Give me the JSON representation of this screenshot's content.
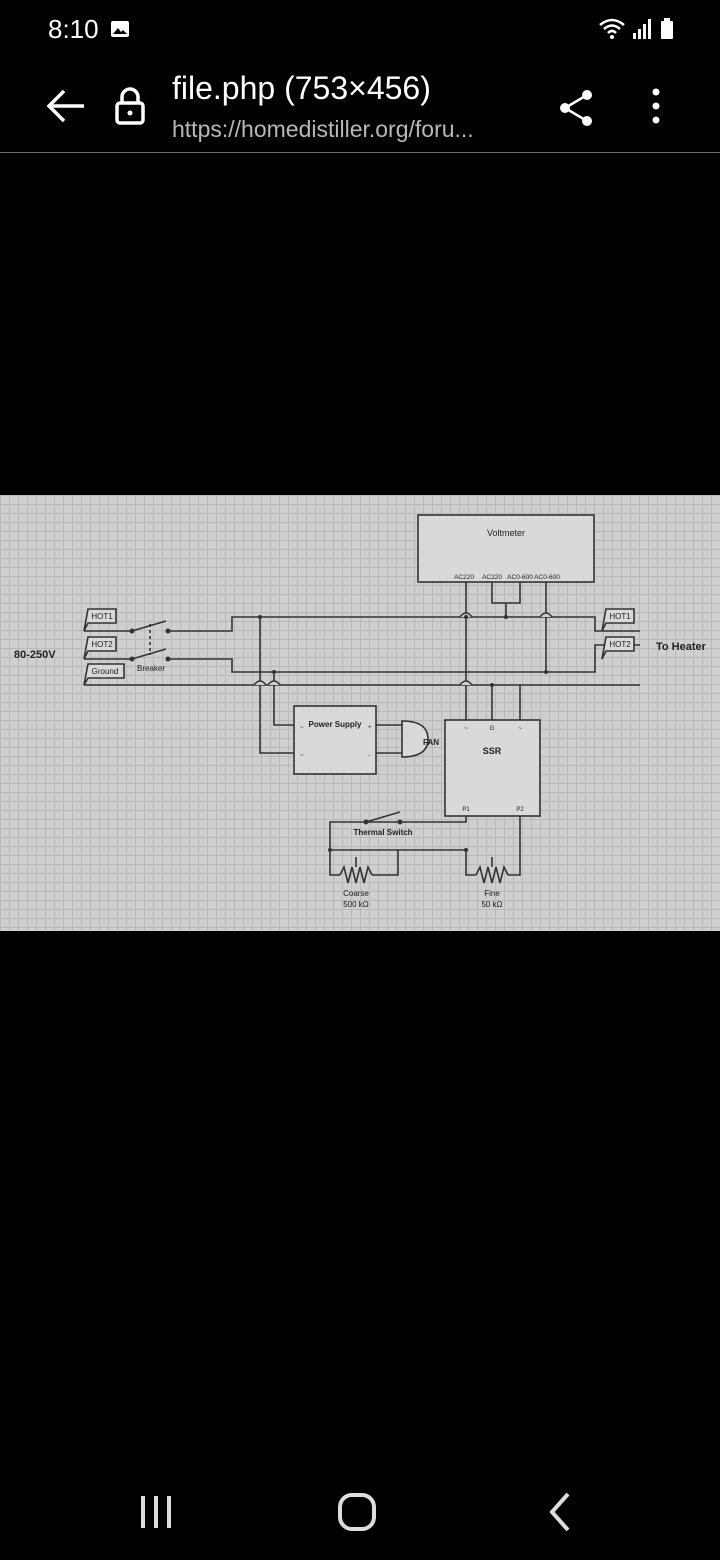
{
  "status_bar": {
    "time": "8:10"
  },
  "toolbar": {
    "title": "file.php (753×456)",
    "url": "https://homedistiller.org/foru..."
  },
  "diagram": {
    "voltmeter_label": "Voltmeter",
    "voltmeter_terminals": [
      "AC220",
      "AC220",
      "AC0-600",
      "AC0-600"
    ],
    "input_voltage": "80-250V",
    "left_tags": [
      "HOT1",
      "HOT2",
      "Ground"
    ],
    "breaker_label": "Breaker",
    "right_tags": [
      "HOT1",
      "HOT2"
    ],
    "output_label": "To Heater",
    "power_supply_label": "Power Supply",
    "power_supply_terminals": [
      "~",
      "+",
      "~",
      "-"
    ],
    "fan_label": "FAN",
    "ssr_label": "SSR",
    "ssr_top_terminals": [
      "~",
      "G",
      "~"
    ],
    "ssr_bottom_terminals": [
      "P1",
      "P2"
    ],
    "thermal_switch_label": "Thermal Switch",
    "coarse_label": "Coarse",
    "coarse_value": "500 kΩ",
    "fine_label": "Fine",
    "fine_value": "50 kΩ"
  }
}
